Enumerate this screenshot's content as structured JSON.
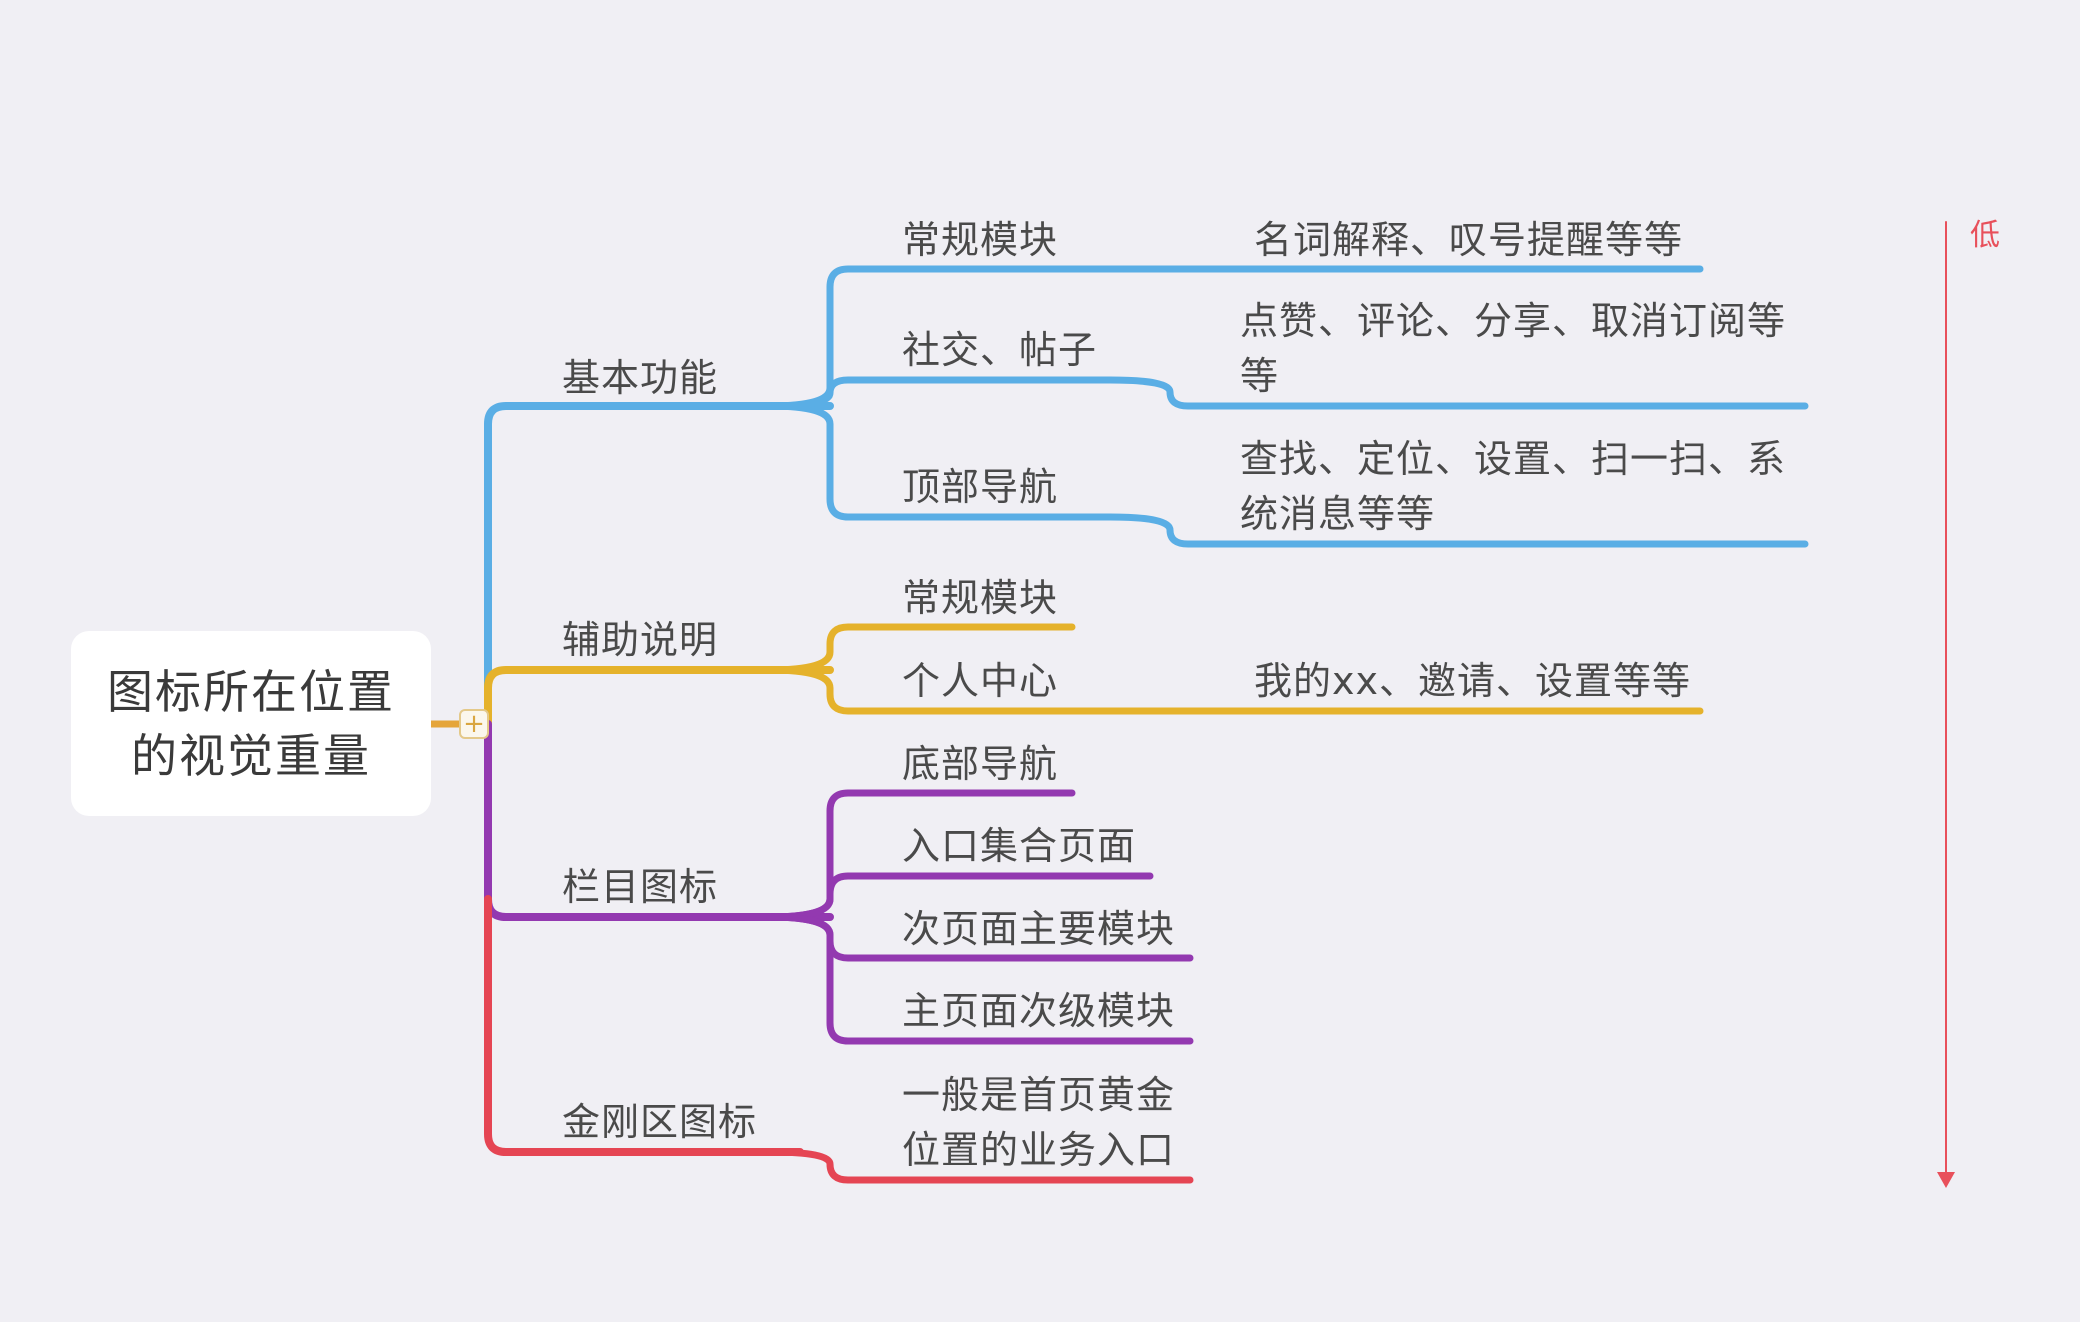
{
  "root": {
    "line1": "图标所在位置",
    "line2": "的视觉重量"
  },
  "colors": {
    "blue": "#5aaee5",
    "yellow": "#e5b22b",
    "purple": "#9339b0",
    "red": "#e54553",
    "orange": "#e5a53a",
    "scale": "#e8505b"
  },
  "branches": {
    "basic": {
      "label": "基本功能",
      "children": {
        "regular": {
          "label": "常规模块",
          "detail": "名词解释、叹号提醒等等"
        },
        "social": {
          "label": "社交、帖子",
          "detail": "点赞、评论、分享、取消订阅等等"
        },
        "topnav": {
          "label": "顶部导航",
          "detail": "查找、定位、设置、扫一扫、系统消息等等"
        }
      }
    },
    "aux": {
      "label": "辅助说明",
      "children": {
        "regular": {
          "label": "常规模块"
        },
        "personal": {
          "label": "个人中心",
          "detail": "我的xx、邀请、设置等等"
        }
      }
    },
    "column": {
      "label": "栏目图标",
      "children": {
        "bottomnav": {
          "label": "底部导航"
        },
        "entry": {
          "label": "入口集合页面"
        },
        "subpage": {
          "label": "次页面主要模块"
        },
        "mainpage": {
          "label": "主页面次级模块"
        }
      }
    },
    "kingkong": {
      "label": "金刚区图标",
      "children": {
        "home": {
          "label": "一般是首页黄金位置的业务入口"
        }
      }
    }
  },
  "scale": {
    "label": "低",
    "icon": "arrow-down-icon"
  },
  "collapse": {
    "icon": "plus-icon",
    "symbol": "+"
  }
}
